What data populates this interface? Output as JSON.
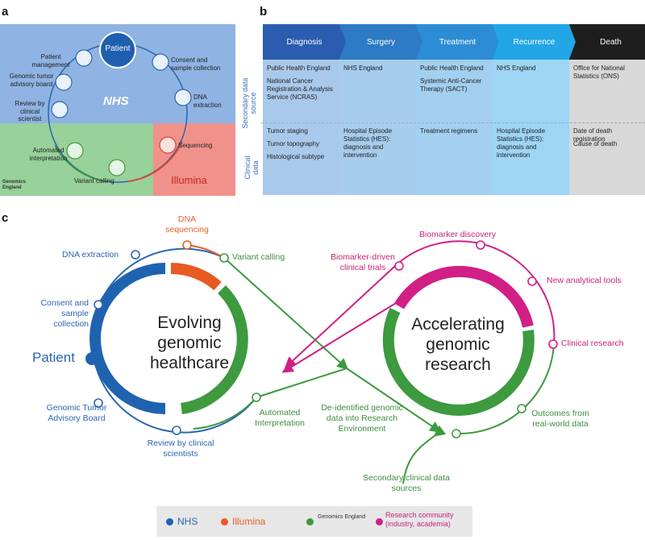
{
  "panel_labels": {
    "a": "a",
    "b": "b",
    "c": "c"
  },
  "panel_a": {
    "patient": "Patient",
    "nhs": "NHS",
    "illumina": "Illumina",
    "genomics_logo": "Genomics England",
    "steps": {
      "consent": "Consent and sample collection",
      "dna": "DNA extraction",
      "sequencing": "Sequencing",
      "variant": "Variant calling",
      "automated": "Automated interpretation",
      "review": "Review by clinical scientist",
      "board": "Genomic tumor advisory board",
      "management": "Patient management"
    }
  },
  "panel_b": {
    "row_labels": {
      "secondary": "Secondary data source",
      "clinical": "Clinical data"
    },
    "stages": [
      "Diagnosis",
      "Surgery",
      "Treatment",
      "Recurrence",
      "Death"
    ],
    "colors": [
      "#2a5db0",
      "#2d7ac5",
      "#2c8dd6",
      "#22a6e6",
      "#1e1e1e"
    ],
    "secondary": [
      [
        "Public Health England",
        "National Cancer Registration & Analysis Service (NCRAS)"
      ],
      [
        "NHS England"
      ],
      [
        "Public Health England",
        "Systemic Anti-Cancer Therapy (SACT)"
      ],
      [
        "NHS England"
      ],
      [
        "Office for National Statistics (ONS)"
      ]
    ],
    "clinical": [
      [
        "Tumor staging",
        "Tumor topography",
        "Histological subtype"
      ],
      [
        "Hospital Episode Statistics (HES): diagnosis and intervention"
      ],
      [
        "Treatment regimens"
      ],
      [
        "Hospital Episode Statistics (HES): diagnosis and intervention"
      ],
      [
        "Date of death registration",
        "Cause of death"
      ]
    ]
  },
  "panel_c": {
    "left_title": "Evolving genomic healthcare",
    "right_title": "Accelerating genomic research",
    "patient": "Patient",
    "labels": {
      "dna_sequencing": "DNA sequencing",
      "dna_extraction": "DNA extraction",
      "variant_calling": "Variant calling",
      "consent": "Consent and sample collection",
      "board": "Genomic Tumor Advisory Board",
      "review": "Review by clinical scientists",
      "automated": "Automated Interpretation",
      "deidentified": "De-identified genomic data into Research Environment",
      "secondary": "Secondary clinical data sources",
      "biomarker_discovery": "Biomarker discovery",
      "biomarker_trials": "Biomarker-driven clinical trials",
      "new_tools": "New analytical tools",
      "clinical_research": "Clinical research",
      "outcomes": "Outcomes from real-world data"
    },
    "colors": {
      "nhs": "#1f63b0",
      "illumina": "#e75a22",
      "genomics": "#3d9a3f",
      "research": "#d11f86"
    }
  },
  "legend": {
    "nhs": "NHS",
    "illumina": "Illumina",
    "genomics": "Genomics England",
    "research": "Research community (industry, academia)"
  }
}
